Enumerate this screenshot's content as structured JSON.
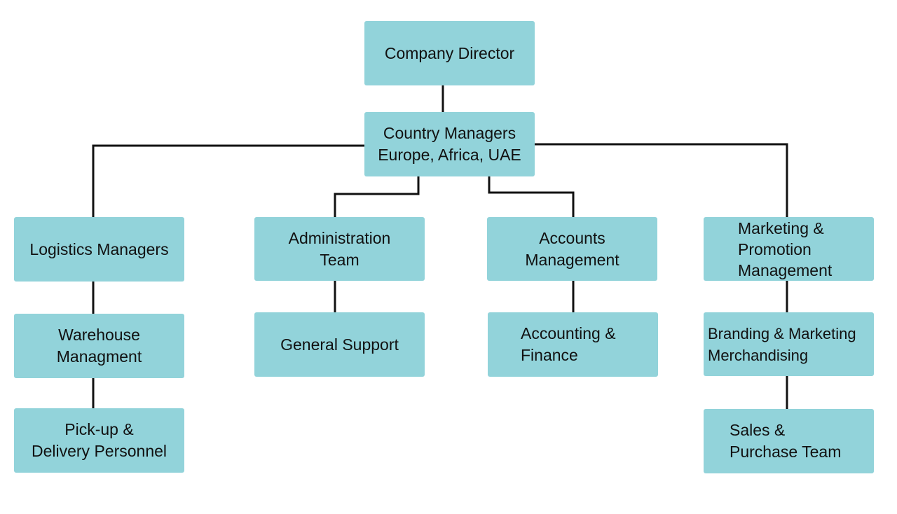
{
  "org_chart": {
    "director": [
      "Company Director"
    ],
    "country_managers": [
      "Country Managers",
      "Europe, Africa, UAE"
    ],
    "logistics": {
      "manager": [
        "Logistics Managers"
      ],
      "warehouse": [
        "Warehouse",
        "Managment"
      ],
      "delivery": [
        "Pick-up &",
        "Delivery Personnel"
      ]
    },
    "administration": {
      "team": [
        "Administration",
        "Team"
      ],
      "support": [
        "General Support"
      ]
    },
    "accounts": {
      "management": [
        "Accounts",
        "Management"
      ],
      "finance": [
        "Accounting &",
        "Finance"
      ]
    },
    "marketing": {
      "management": [
        "Marketing &",
        "Promotion",
        "Management"
      ],
      "branding": [
        "Branding & Marketing",
        "Merchandising"
      ],
      "sales": [
        "Sales &",
        "Purchase Team"
      ]
    }
  },
  "colors": {
    "box_fill": "#92d3da",
    "line": "#111111",
    "text": "#111111"
  }
}
